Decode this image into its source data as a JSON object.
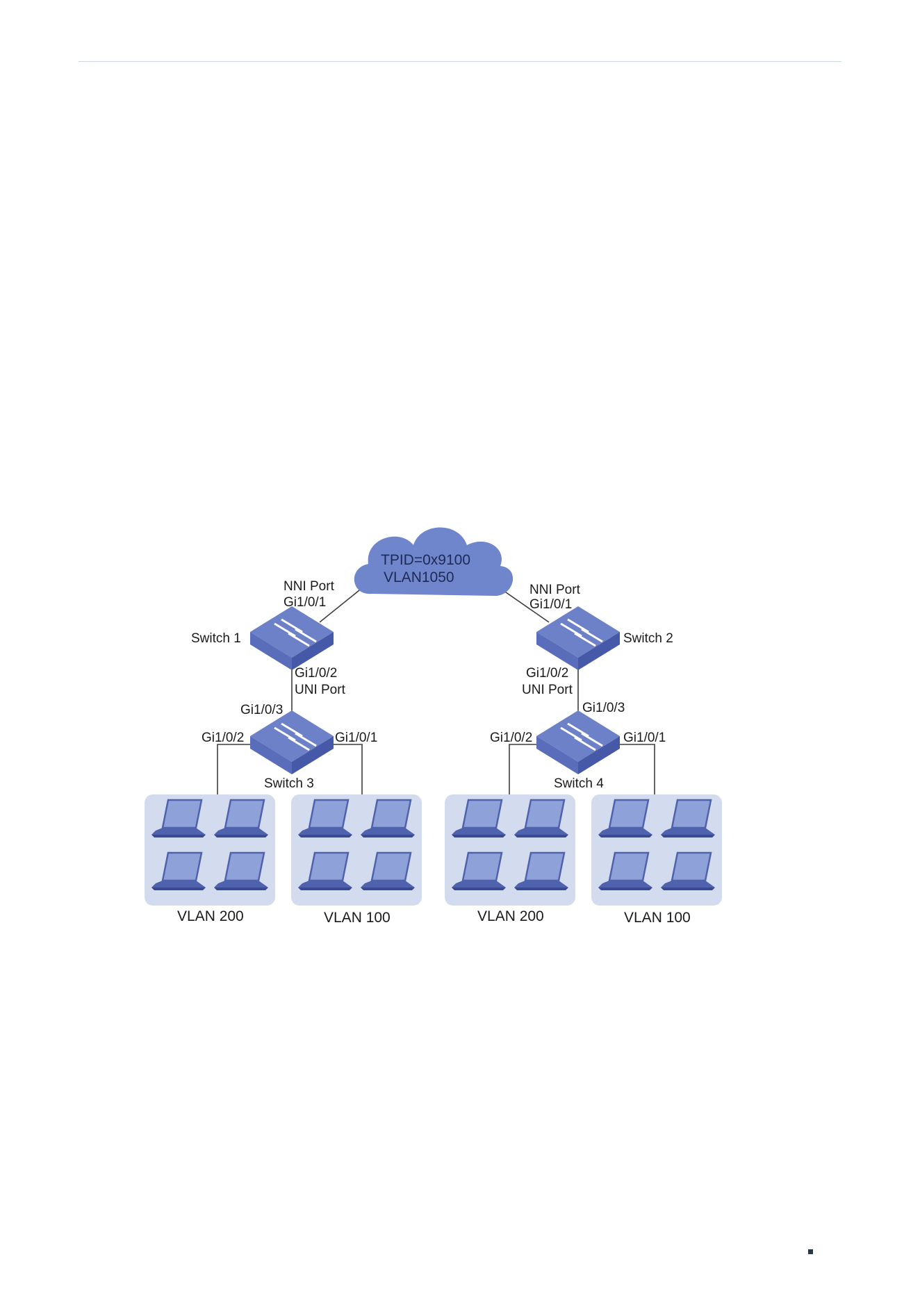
{
  "cloud": {
    "lines": [
      "TPID=0x9100",
      "VLAN1050"
    ],
    "color": "#6f85cc"
  },
  "switches": [
    {
      "name": "Switch 1",
      "uplink_port": [
        "NNI Port",
        "Gi1/0/1"
      ],
      "downlink_port": [
        "Gi1/0/2",
        "UNI Port"
      ]
    },
    {
      "name": "Switch 2",
      "uplink_port": [
        "NNI Port",
        "Gi1/0/1"
      ],
      "downlink_port": [
        "Gi1/0/2",
        "UNI Port"
      ]
    },
    {
      "name": "Switch 3",
      "uplink_port": "Gi1/0/3",
      "left_port": "Gi1/0/2",
      "right_port": "Gi1/0/1"
    },
    {
      "name": "Switch 4",
      "uplink_port": "Gi1/0/3",
      "left_port": "Gi1/0/2",
      "right_port": "Gi1/0/1"
    }
  ],
  "groups": [
    {
      "label": "VLAN 200"
    },
    {
      "label": "VLAN 100"
    },
    {
      "label": "VLAN 200"
    },
    {
      "label": "VLAN 100"
    }
  ],
  "colors": {
    "switch_top": "#6d81c8",
    "switch_side": "#4658a8",
    "group_bg": "#d3dbee",
    "laptop_screen": "#8ea1d8",
    "laptop_body": "#4f62ad"
  },
  "icons": [
    "cloud-icon",
    "switch-icon",
    "laptop-icon"
  ]
}
